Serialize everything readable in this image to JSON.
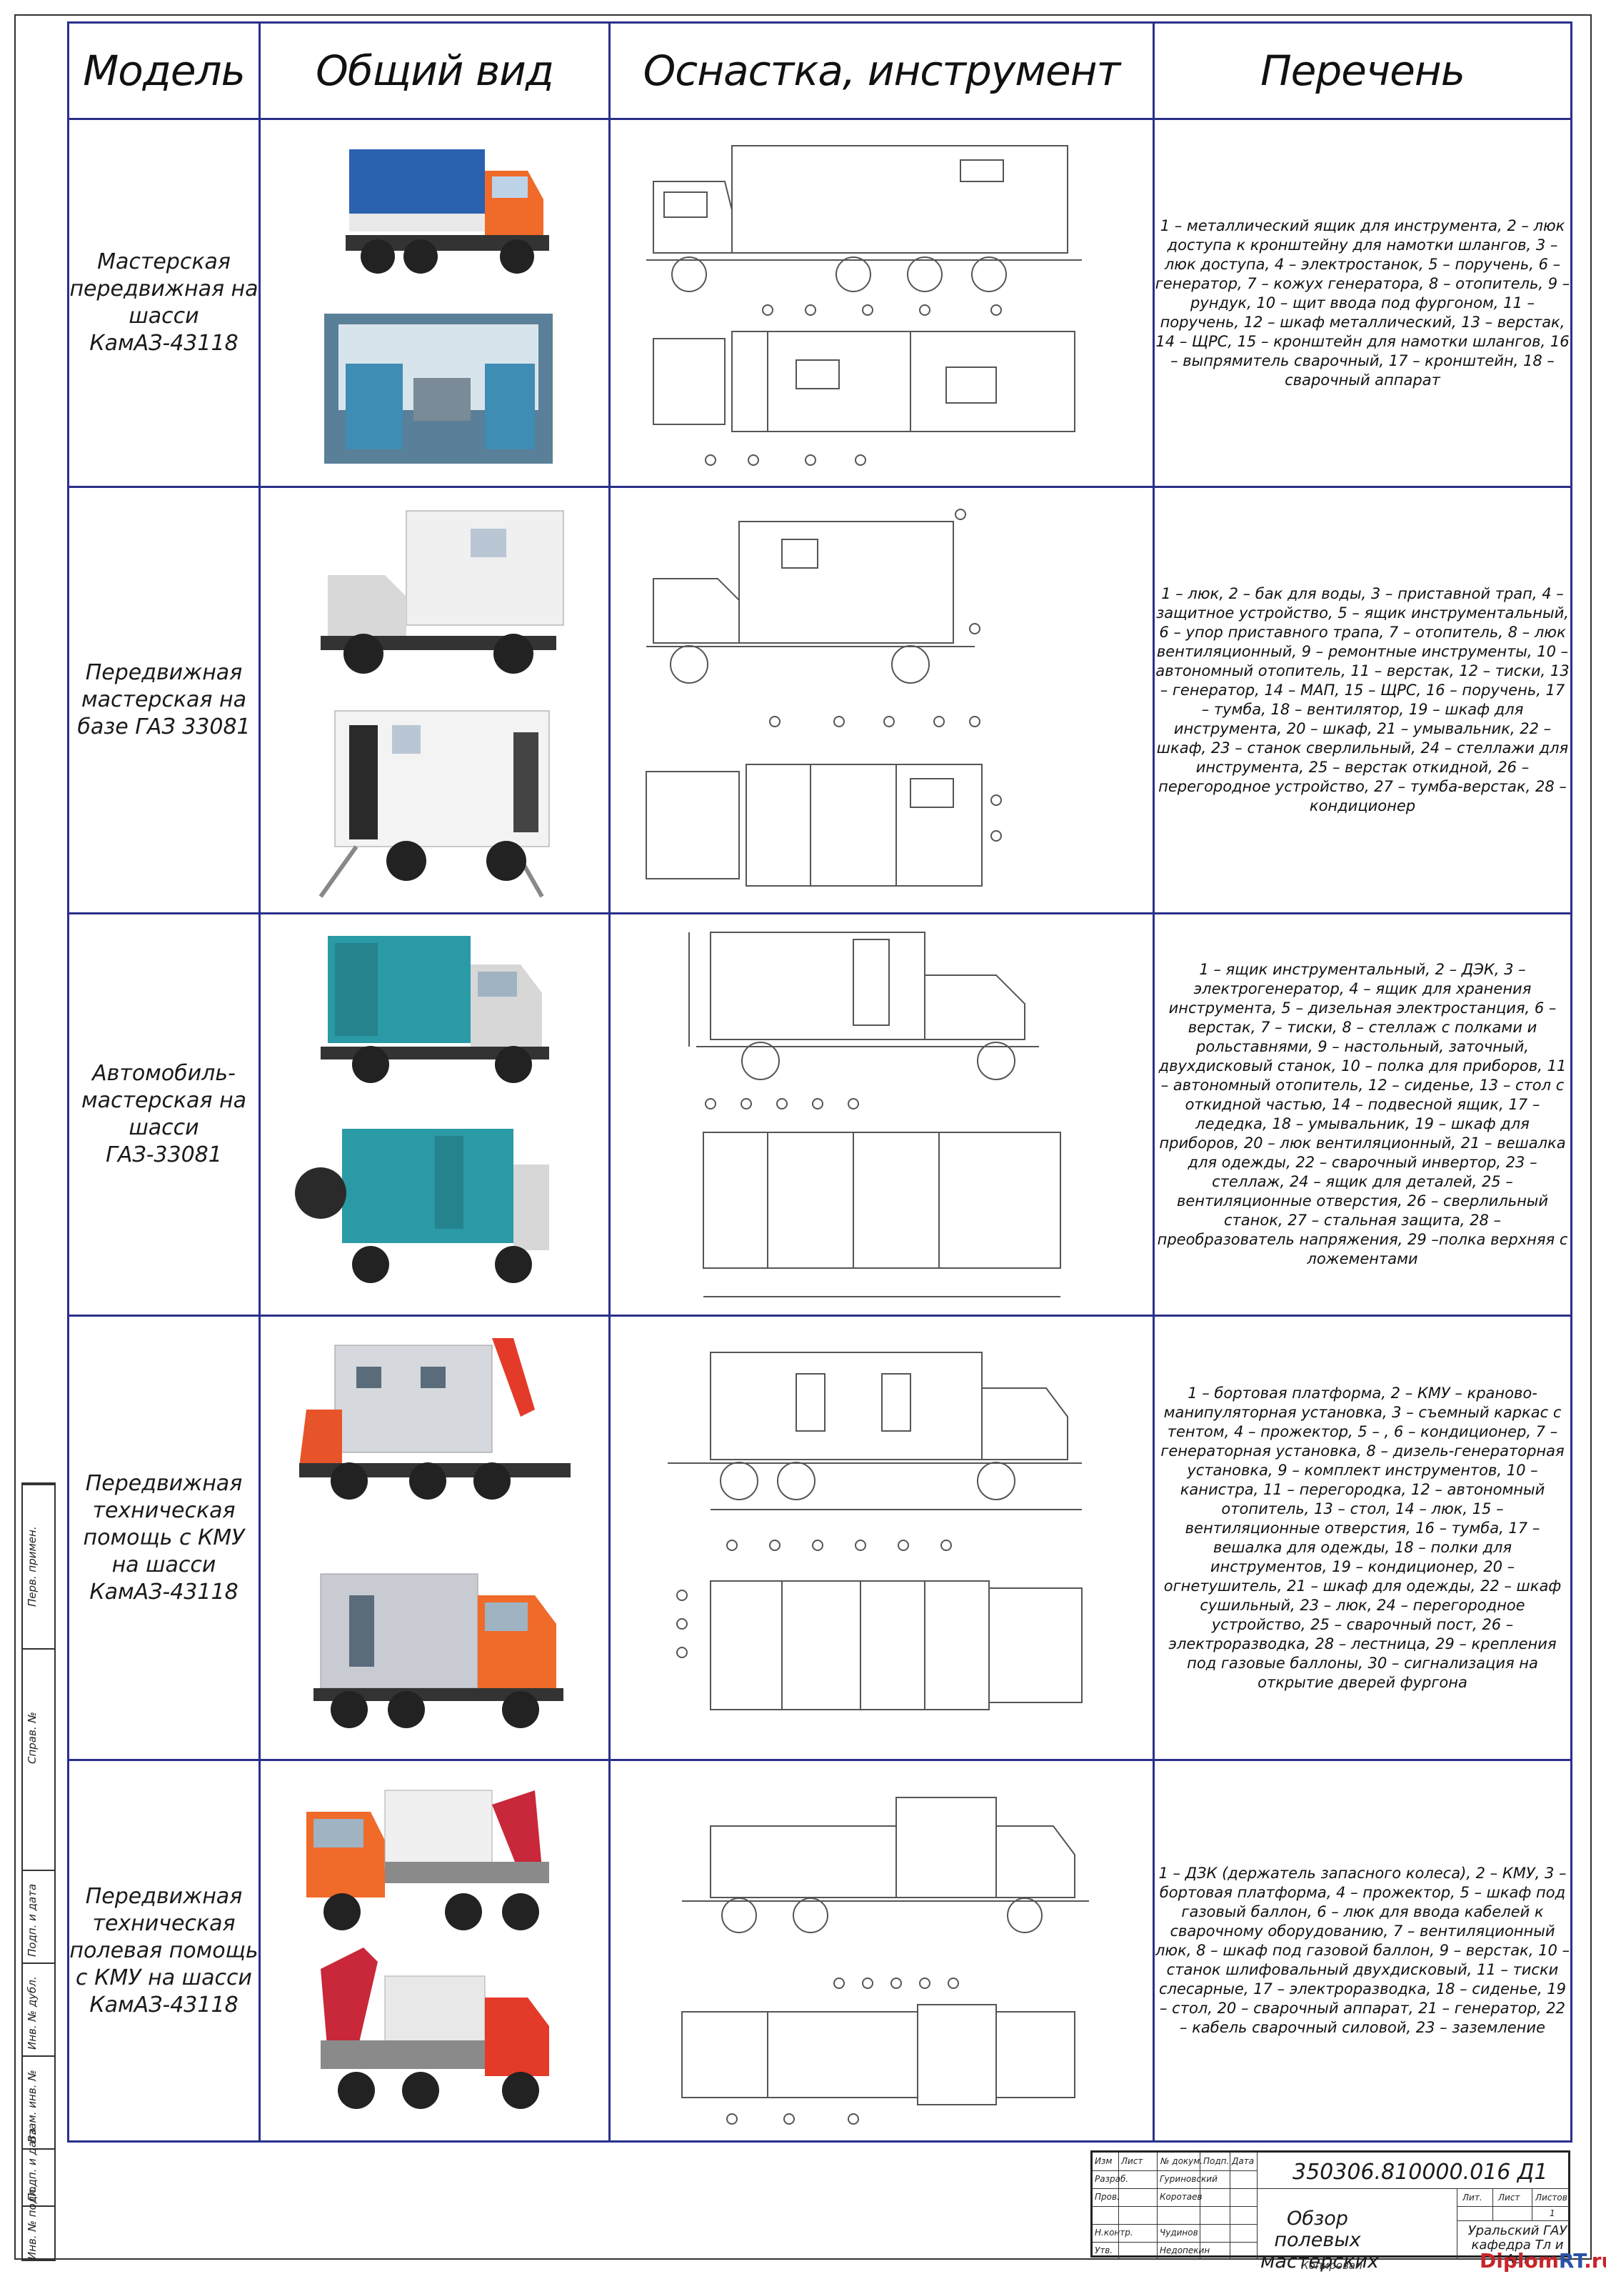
{
  "headers": {
    "model": "Модель",
    "general_view": "Общий вид",
    "equipment": "Оснастка, инструмент",
    "list": "Перечень"
  },
  "rows": [
    {
      "model": "Мастерская передвижная на шасси КамАЗ-43118",
      "list": "1 – металлический ящик для инструмента, 2 – люк доступа к кронштейну для намотки шлангов, 3 – люк доступа, 4 – электростанок, 5 – поручень, 6 – генератор, 7 – кожух генератора, 8 – отопитель, 9 – рундук, 10 – щит ввода под фургоном, 11 – поручень, 12 – шкаф металлический, 13 – верстак, 14 – ЩРС, 15 – кронштейн для намотки шлангов, 16 – выпрямитель сварочный, 17 – кронштейн, 18 – сварочный аппарат"
    },
    {
      "model": "Передвижная мастерская на базе ГАЗ 33081",
      "list": "1 – люк, 2 – бак для воды, 3 – приставной трап, 4 – защитное устройство, 5 – ящик инструментальный, 6 – упор приставного трапа, 7 – отопитель, 8 – люк вентиляционный, 9 – ремонтные инструменты, 10 – автономный отопитель, 11 – верстак, 12 – тиски, 13 – генератор, 14 – МАП, 15 – ЩРС, 16 – поручень, 17 – тумба, 18 – вентилятор, 19 – шкаф для инструмента, 20 – шкаф, 21 – умывальник, 22 – шкаф, 23 – станок сверлильный, 24 – стеллажи для инструмента, 25 – верстак откидной, 26 – перегородное устройство, 27 – тумба-верстак, 28 – кондиционер"
    },
    {
      "model": "Автомобиль-мастерская на шасси ГАЗ-33081",
      "list": "1 – ящик инструментальный, 2 – ДЭК, 3 – электрогенератор, 4 – ящик для хранения инструмента, 5 – дизельная электростанция, 6 – верстак, 7 – тиски, 8 – стеллаж с полками и рольставнями, 9 – настольный, заточный, двухдисковый станок, 10 – полка для приборов, 11 – автономный отопитель, 12 – сиденье, 13 – стол с откидной частью, 14 – подвесной ящик, 17 – ледедка, 18 – умывальник, 19 – шкаф для приборов, 20 – люк вентиляционный, 21 – вешалка для одежды, 22 – сварочный инвертор, 23 – стеллаж, 24 – ящик для деталей, 25 – вентиляционные отверстия, 26 – сверлильный станок, 27 – стальная защита, 28 – преобразователь напряжения, 29 –полка верхняя с ложементами"
    },
    {
      "model": "Передвижная техническая помощь с КМУ на шасси КамАЗ-43118",
      "list": "1 – бортовая платформа, 2 – КМУ – краново-манипуляторная установка, 3 – съемный каркас с тентом, 4 – прожектор, 5 – , 6 – кондиционер, 7 – генераторная установка, 8 – дизель-генераторная установка, 9 – комплект инструментов, 10 – канистра, 11 – перегородка, 12 – автономный отопитель, 13 – стол, 14 – люк, 15 – вентиляционные отверстия, 16 – тумба, 17 – вешалка для одежды, 18 – полки для инструментов, 19 – кондиционер, 20 – огнетушитель, 21 – шкаф для одежды, 22 – шкаф сушильный, 23 – люк, 24 – перегородное устройство, 25 – сварочный пост, 26 – электроразводка, 28 – лестница, 29 – крепления под газовые баллоны, 30 – сигнализация на открытие дверей фургона"
    },
    {
      "model": "Передвижная техническая полевая помощь с КМУ на шасси КамАЗ-43118",
      "list": "1 – ДЗК (держатель запасного колеса), 2 – КМУ, 3 – бортовая платформа, 4 – прожектор, 5 – шкаф под газовый баллон, 6 – люк для ввода кабелей к сварочному оборудованию, 7 – вентиляционный люк, 8 – шкаф под газовой баллон, 9 – верстак, 10 – станок шлифовальный двухдисковый, 11 – тиски слесарные, 17 – электроразводка, 18 – сиденье, 19 – стол, 20 – сварочный аппарат, 21 – генератор, 22 – кабель сварочный силовой, 23 – заземление"
    }
  ],
  "strip_labels": [
    "Перв. примен.",
    "Справ. №",
    "Подп. и дата",
    "Инв. № дубл.",
    "Взам. инв. №",
    "Подп. и дата",
    "Инв. № подл."
  ],
  "title_block": {
    "code": "350306.810000.016 Д1",
    "name": "Обзор полевых мастерских",
    "org": "Уральский ГАУ кафедра Тл и Авт",
    "col_izm": "Изм",
    "col_list": "Лист",
    "col_doc": "№ докум.",
    "col_sign": "Подп.",
    "col_date": "Дата",
    "razrab": "Разраб.",
    "razrab_name": "Гуриновский",
    "prov": "Пров.",
    "prov_name": "Коротаев",
    "nkontr": "Н.контр.",
    "nkontr_name": "Чудинов",
    "utv": "Утв.",
    "utv_name": "Недопекин",
    "lit": "Лит.",
    "sheet": "Лист",
    "sheets": "Листов",
    "sheets_num": "1"
  },
  "copy_label": "Копировал",
  "watermark_a": "Diplom",
  "watermark_b": "RT",
  "watermark_c": ".ru"
}
